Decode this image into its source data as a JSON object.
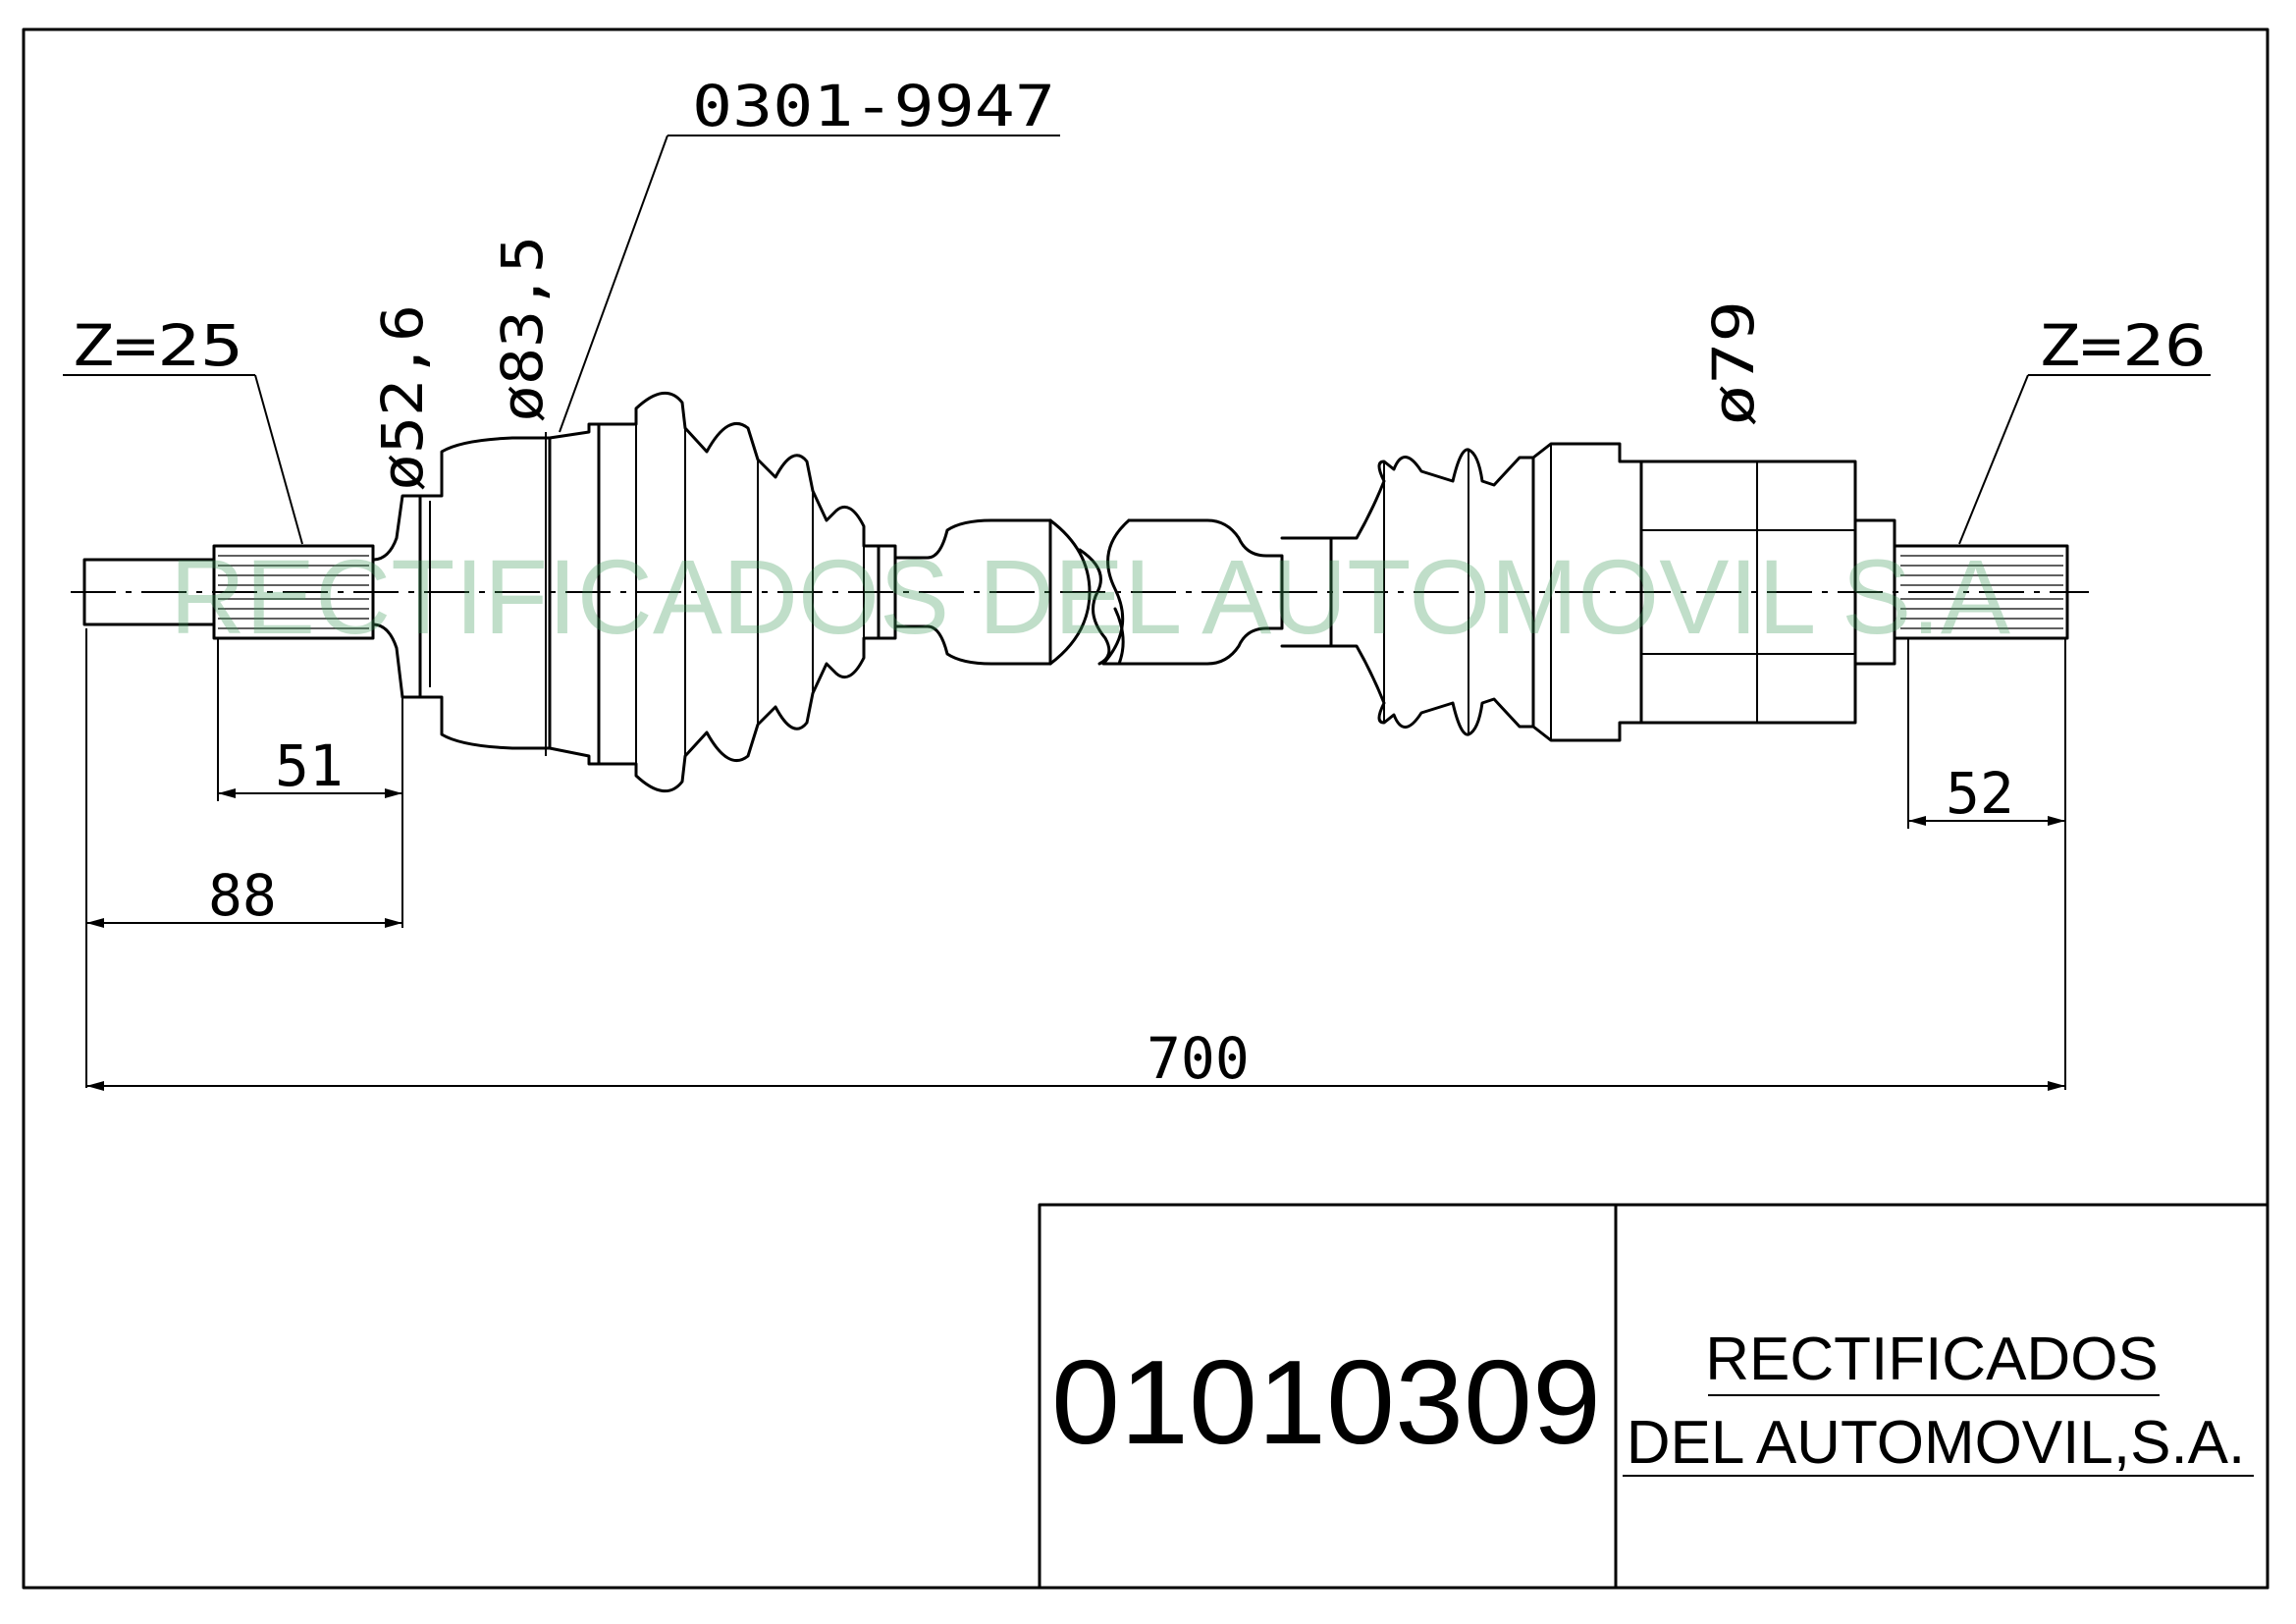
{
  "drawing": {
    "part_reference": "0301-9947",
    "left_teeth": "Z=25",
    "right_teeth": "Z=26",
    "diameters": {
      "d1": "ø52,6",
      "d2": "ø83,5",
      "d3": "ø79"
    },
    "dimensions": {
      "left_spline": "51",
      "left_overall": "88",
      "right_spline": "52",
      "total_length": "700"
    },
    "watermark": "RECTIFICADOS DEL AUTOMOVIL S.A"
  },
  "title_block": {
    "part_number": "01010309",
    "company_line1": "RECTIFICADOS",
    "company_line2": "DEL AUTOMOVIL,S.A."
  }
}
